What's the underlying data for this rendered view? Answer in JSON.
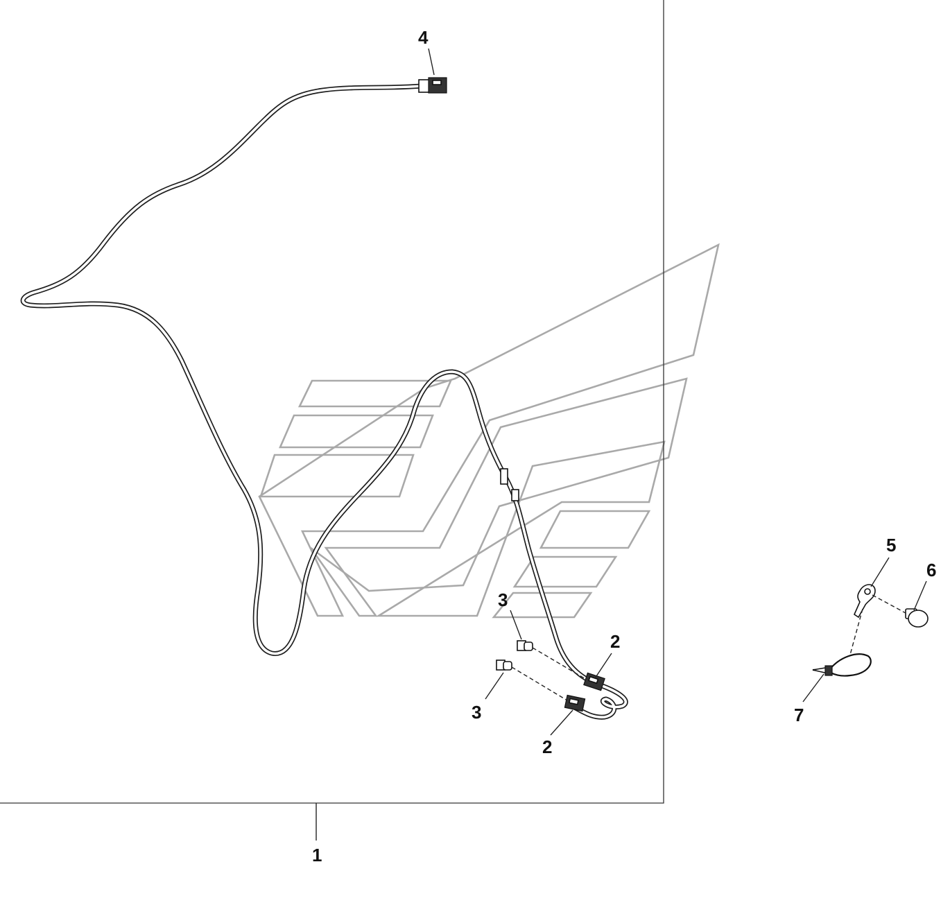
{
  "diagram": {
    "callouts": {
      "harness_assembly": "1",
      "connector_upper": "2",
      "connector_lower": "2",
      "plug_upper": "3",
      "plug_lower": "3",
      "end_connector": "4",
      "ring_terminal": "5",
      "screw": "6",
      "cable_tie": "7"
    }
  }
}
